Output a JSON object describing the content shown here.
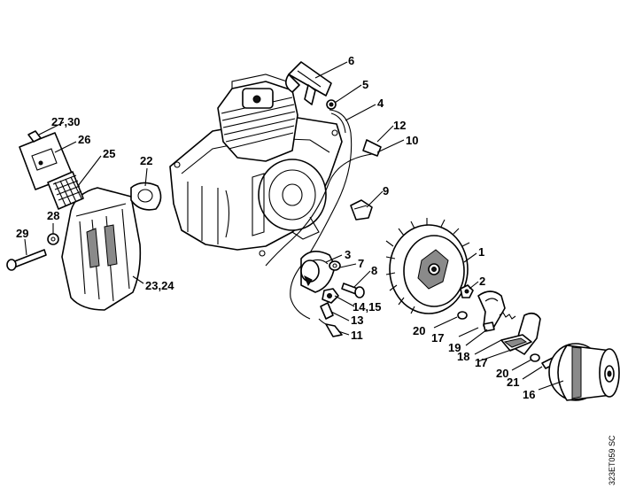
{
  "diagram": {
    "drawing_code": "323ET059 SC",
    "callouts": [
      {
        "id": "c1",
        "text": "1"
      },
      {
        "id": "c2",
        "text": "2"
      },
      {
        "id": "c3",
        "text": "3"
      },
      {
        "id": "c4",
        "text": "4"
      },
      {
        "id": "c5",
        "text": "5"
      },
      {
        "id": "c6",
        "text": "6"
      },
      {
        "id": "c7",
        "text": "7"
      },
      {
        "id": "c8",
        "text": "8"
      },
      {
        "id": "c9",
        "text": "9"
      },
      {
        "id": "c10",
        "text": "10"
      },
      {
        "id": "c11",
        "text": "11"
      },
      {
        "id": "c12",
        "text": "12"
      },
      {
        "id": "c13",
        "text": "13"
      },
      {
        "id": "c14",
        "text": "14,15"
      },
      {
        "id": "c16",
        "text": "16"
      },
      {
        "id": "c17a",
        "text": "17"
      },
      {
        "id": "c17b",
        "text": "17"
      },
      {
        "id": "c18",
        "text": "18"
      },
      {
        "id": "c19",
        "text": "19"
      },
      {
        "id": "c20a",
        "text": "20"
      },
      {
        "id": "c20b",
        "text": "20"
      },
      {
        "id": "c21",
        "text": "21"
      },
      {
        "id": "c22",
        "text": "22"
      },
      {
        "id": "c23",
        "text": "23,24"
      },
      {
        "id": "c25",
        "text": "25"
      },
      {
        "id": "c26",
        "text": "26"
      },
      {
        "id": "c27",
        "text": "27,30"
      },
      {
        "id": "c28",
        "text": "28"
      },
      {
        "id": "c29",
        "text": "29"
      }
    ]
  }
}
